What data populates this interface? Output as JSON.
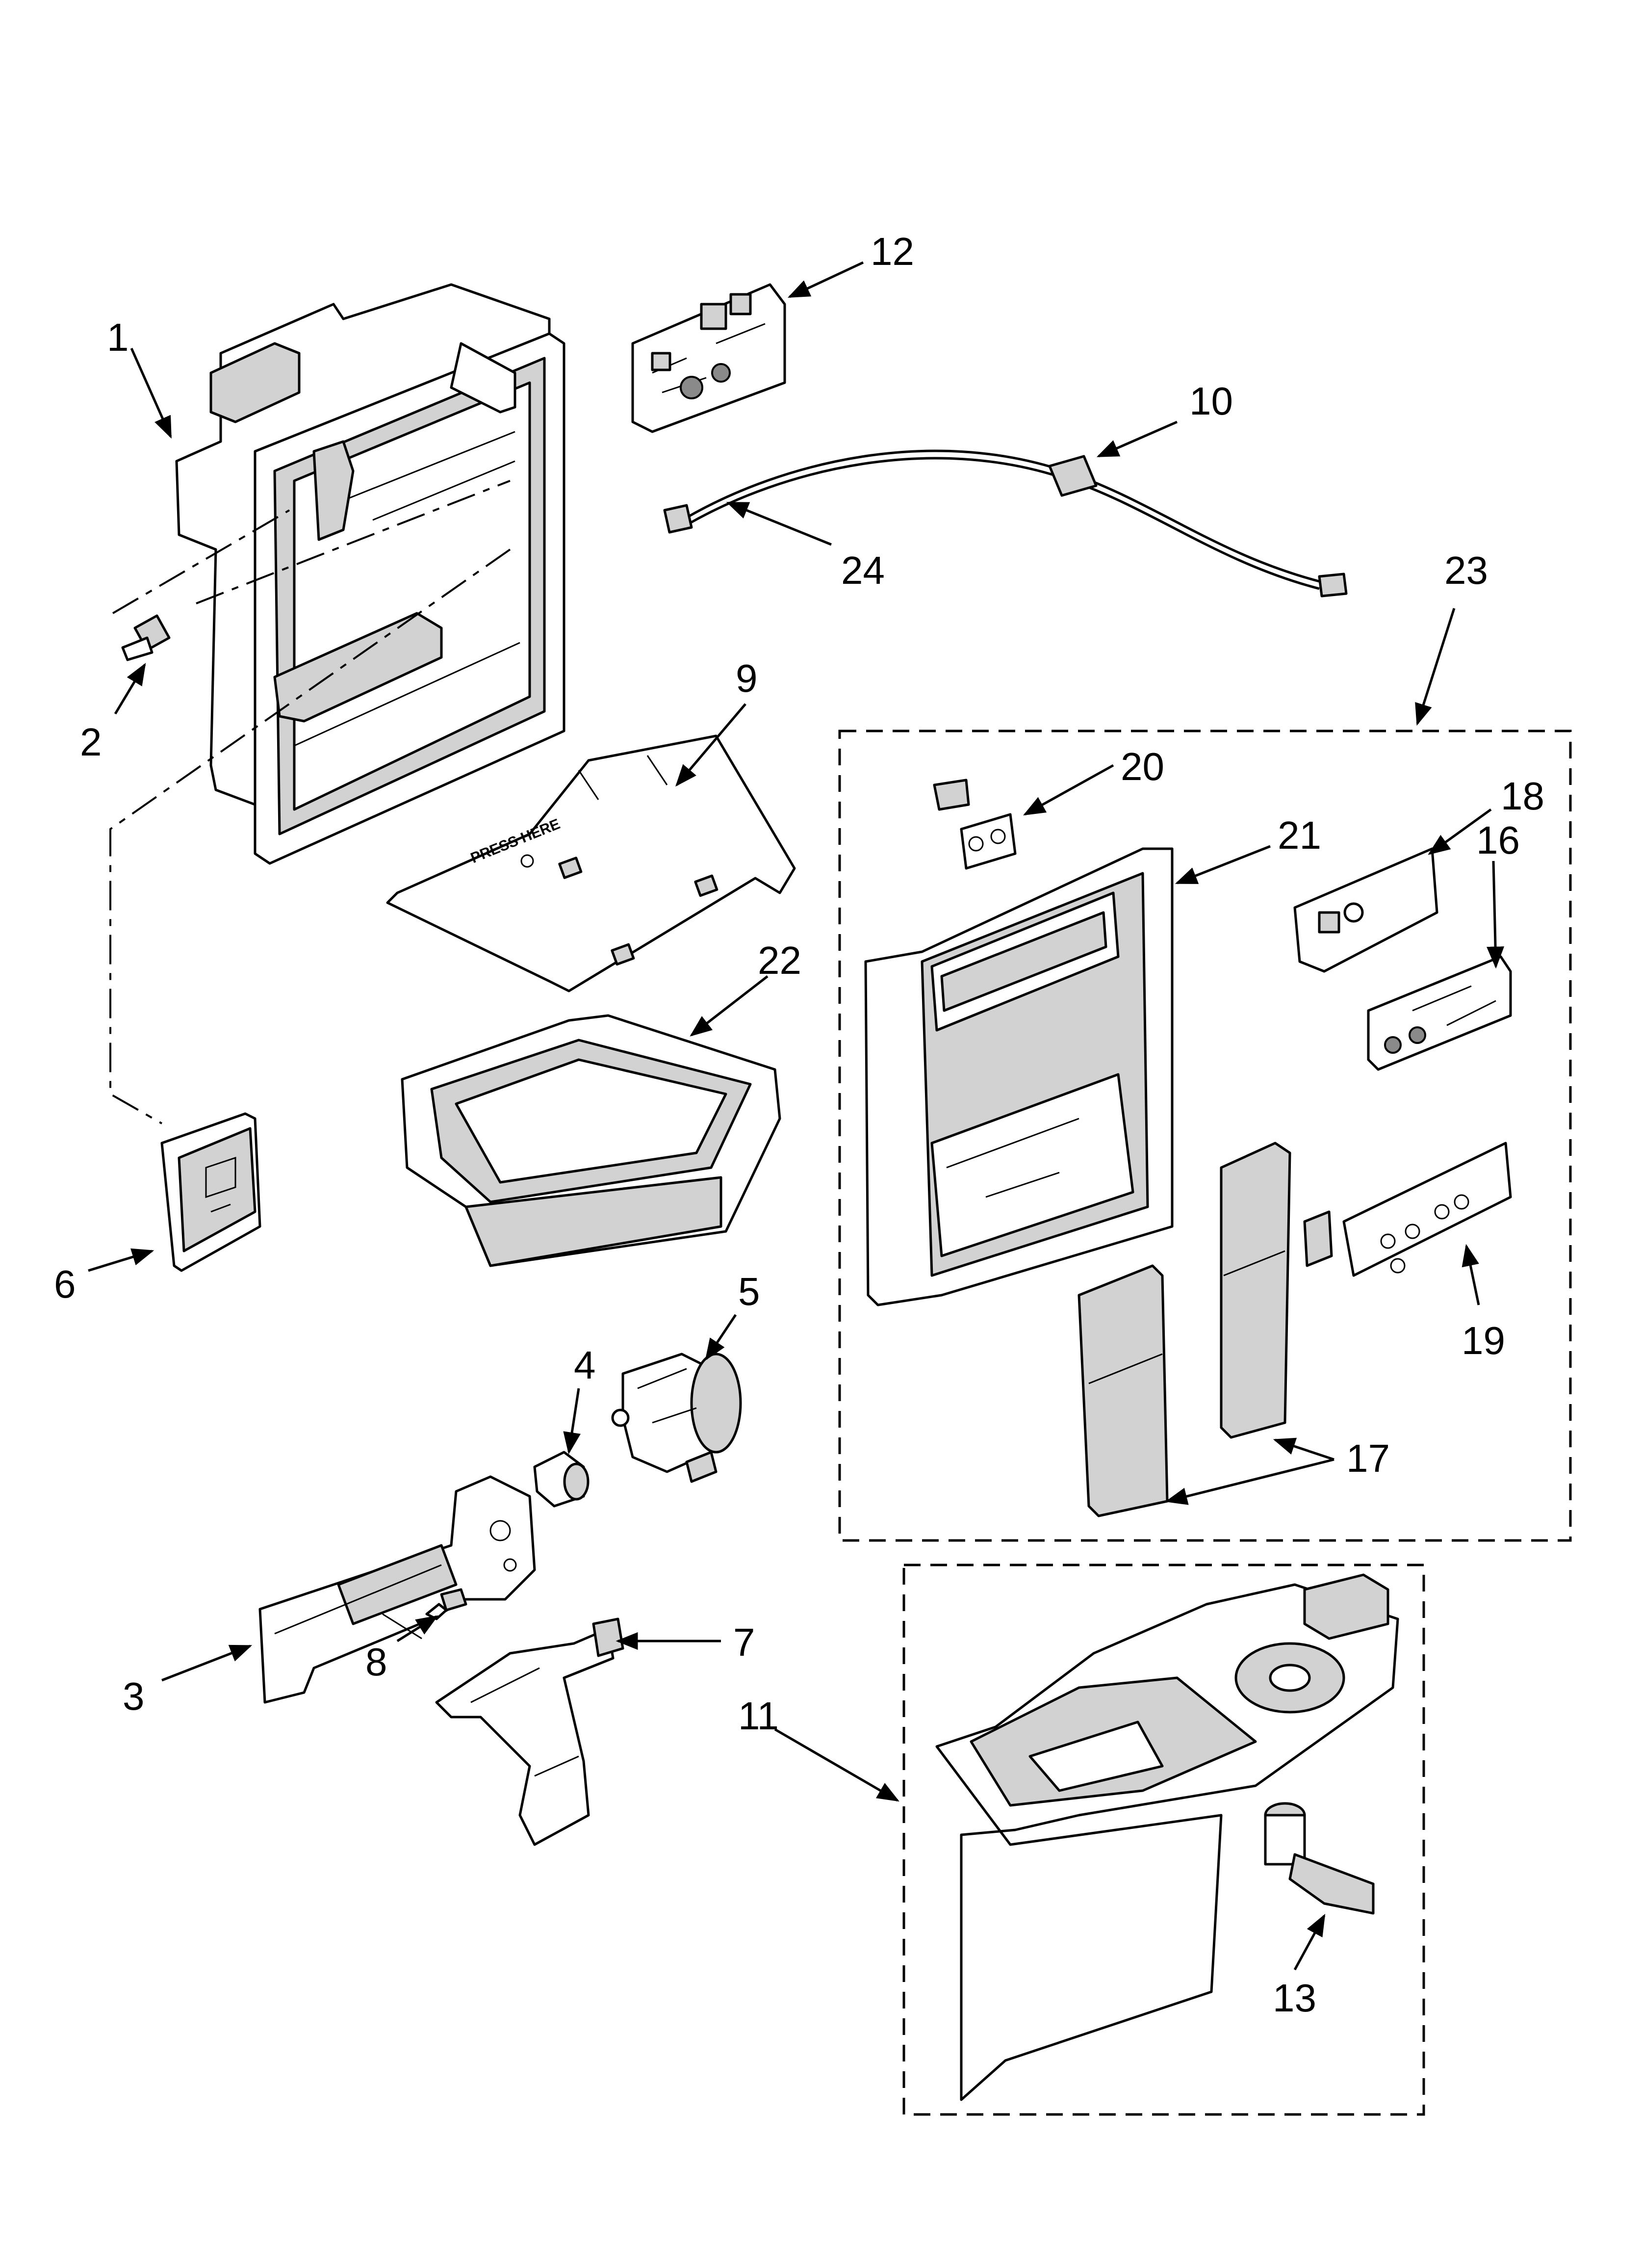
{
  "callouts": {
    "c1": "1",
    "c2": "2",
    "c3": "3",
    "c4": "4",
    "c5": "5",
    "c6": "6",
    "c7": "7",
    "c8": "8",
    "c9": "9",
    "c10": "10",
    "c11": "11",
    "c12": "12",
    "c13": "13",
    "c16": "16",
    "c17": "17",
    "c18": "18",
    "c19": "19",
    "c20": "20",
    "c21": "21",
    "c22": "22",
    "c23": "23",
    "c24": "24"
  },
  "stamp_text": "PRESS HERE"
}
